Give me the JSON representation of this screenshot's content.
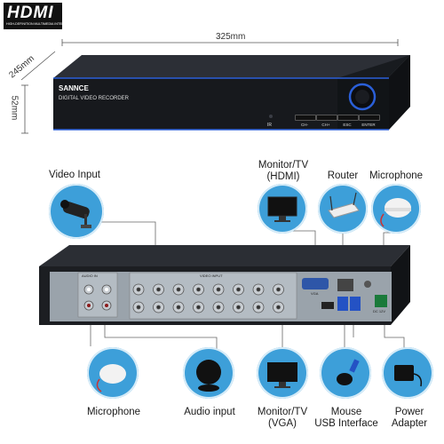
{
  "logo": {
    "text": "HDMI",
    "tagline": "HIGH-DEFINITION MULTIMEDIA INTERFACE"
  },
  "dimensions": {
    "width": "325mm",
    "depth": "245mm",
    "height": "52mm"
  },
  "device_front": {
    "brand": "SANNCE",
    "model_label": "DIGITAL VIDEO RECORDER",
    "ir_label": "IR",
    "buttons": [
      "CH-",
      "CH+",
      "ESC",
      "ENTER"
    ]
  },
  "connections_top": [
    {
      "label": "Video Input"
    },
    {
      "label": "Monitor/TV\n(HDMI)"
    },
    {
      "label": "Router"
    },
    {
      "label": "Microphone"
    }
  ],
  "connections_bottom": [
    {
      "label": "Microphone"
    },
    {
      "label": "Audio input"
    },
    {
      "label": "Monitor/TV\n(VGA)"
    },
    {
      "label": "Mouse\nUSB Interface"
    },
    {
      "label": "Power\nAdapter"
    }
  ],
  "rear_panel": {
    "label_audio": "AUDIO IN",
    "label_video": "VIDEO INPUT",
    "label_vga": "VGA",
    "label_dc": "DC 12V"
  },
  "colors": {
    "accent": "#3d9fd9",
    "device_body": "#1b1d22",
    "rear_panel": "#9aa3ab",
    "highlight_blue": "#2a5fd8"
  }
}
